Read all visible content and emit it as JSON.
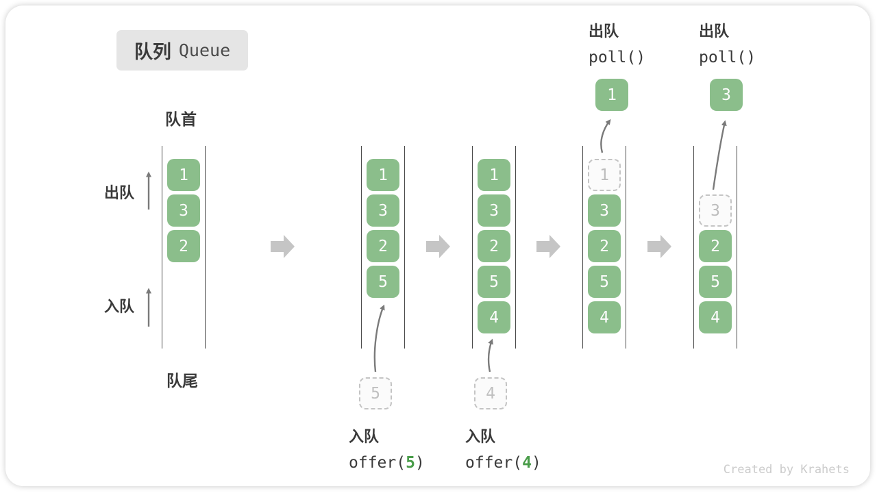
{
  "title": {
    "zh": "队列",
    "en": "Queue"
  },
  "labels": {
    "front": "队首",
    "rear": "队尾",
    "dequeue": "出队",
    "enqueue": "入队"
  },
  "states": {
    "s1": [
      "1",
      "3",
      "2"
    ],
    "s2": [
      "1",
      "3",
      "2",
      "5"
    ],
    "s3": [
      "1",
      "3",
      "2",
      "5",
      "4"
    ],
    "s4": {
      "dashed": "1",
      "cells": [
        "3",
        "2",
        "5",
        "4"
      ]
    },
    "s5": {
      "dashed": "3",
      "cells": [
        "2",
        "5",
        "4"
      ]
    }
  },
  "incoming": {
    "offer5": "5",
    "offer4": "4"
  },
  "polled": {
    "poll1": "1",
    "poll2": "3"
  },
  "ops": {
    "offer5": {
      "label": "入队",
      "fn": "offer(",
      "arg": "5",
      "close": ")"
    },
    "offer4": {
      "label": "入队",
      "fn": "offer(",
      "arg": "4",
      "close": ")"
    },
    "poll1": {
      "label": "出队",
      "code": "poll()"
    },
    "poll2": {
      "label": "出队",
      "code": "poll()"
    }
  },
  "watermark": "Created by Krahets",
  "colors": {
    "cell_green": "#8BBE8B",
    "accent_green": "#4A9D4A",
    "column_line": "#4A4A4A",
    "thin_arrow": "#7A7A7A",
    "block_arrow": "#C5C5C5",
    "dashed_border": "#C4C4C4",
    "title_bg": "#E5E5E5",
    "text_dark": "#3A3A3A",
    "watermark": "#CBCBCB"
  }
}
